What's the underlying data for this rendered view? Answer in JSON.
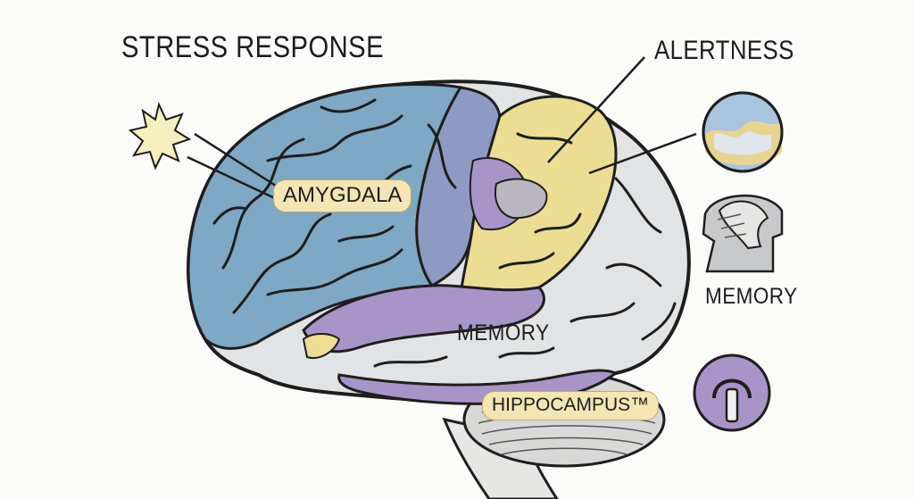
{
  "title": "STRESS RESPONSE",
  "labels": {
    "amygdala": "AMYGDALA",
    "alertness": "ALERTNESS",
    "memory_center": "MEMORY",
    "hippocampus": "HIPPOCAMPUS™",
    "memory_right": "MEMORY"
  },
  "colors": {
    "frontal": "#7fa8c4",
    "temporal_purple": "#a894c6",
    "parietal_yellow": "#ecdd94",
    "occipital_gray": "#e1e3e4",
    "blue_purple": "#8f9ac3",
    "cerebellum": "#d8d8d6",
    "stem": "#e6e6e4",
    "ink": "#1e1e1e",
    "pill": "#f3e6b4"
  }
}
